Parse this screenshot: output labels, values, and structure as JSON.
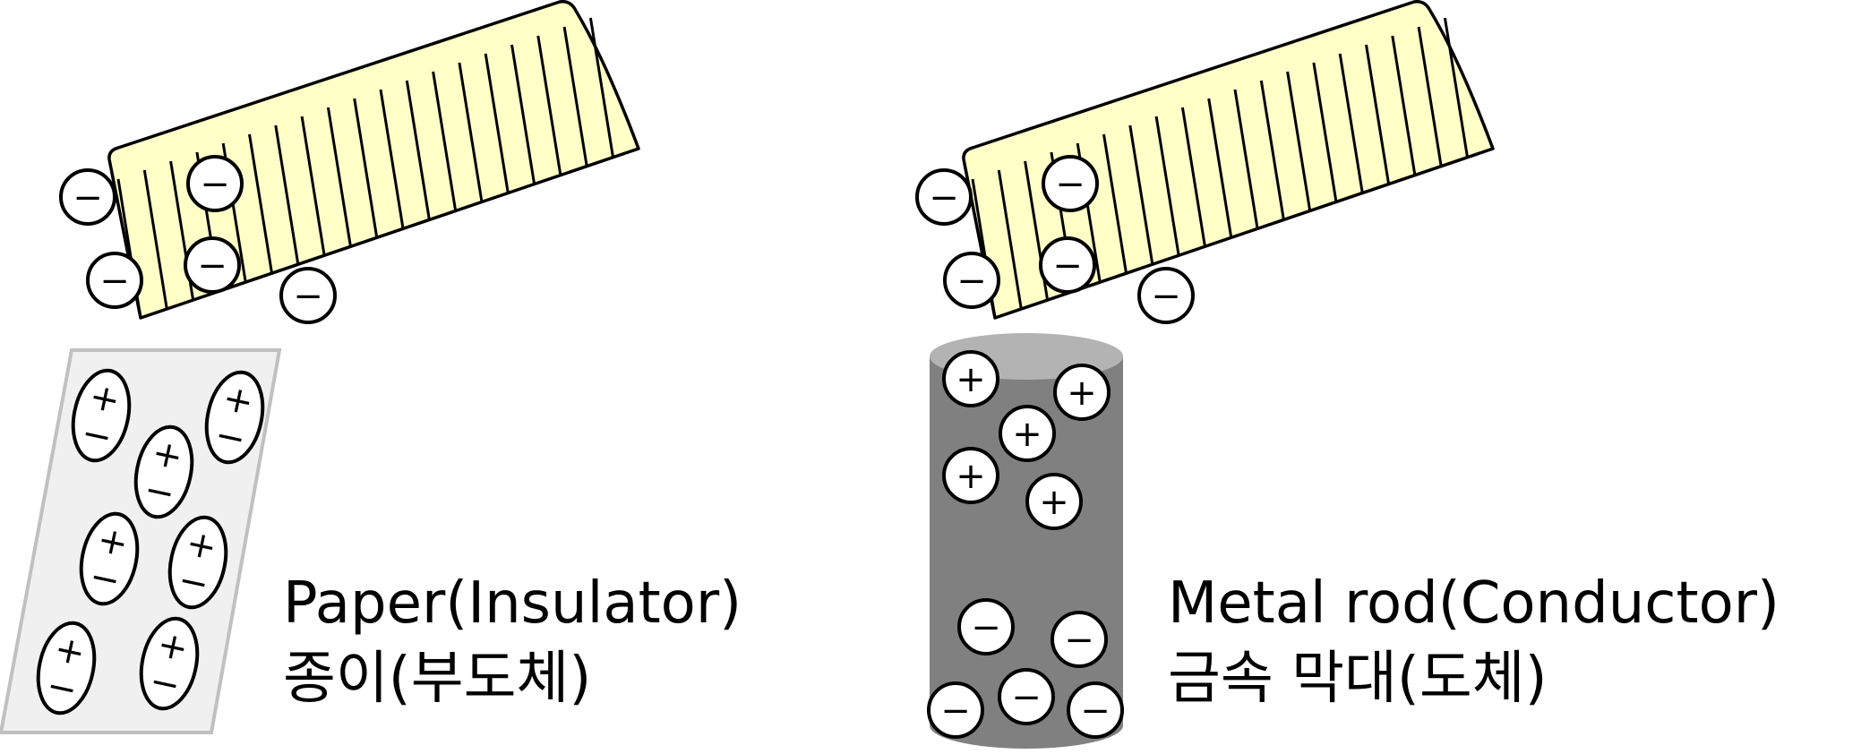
{
  "colors": {
    "comb_fill": "#ffffc8",
    "paper_fill": "#f0f0f0",
    "paper_border": "#c0c0c0",
    "rod_body": "#808080",
    "rod_top": "#b3b3b3",
    "stroke": "#000000",
    "charge_fill": "#ffffff"
  },
  "charges": {
    "negative_symbol": "−",
    "positive_symbol": "+"
  },
  "left_panel": {
    "caption_en": "Paper(Insulator)",
    "caption_ko": "종이(부도체)"
  },
  "right_panel": {
    "caption_en": "Metal rod(Conductor)",
    "caption_ko": "금속 막대(도체)"
  }
}
